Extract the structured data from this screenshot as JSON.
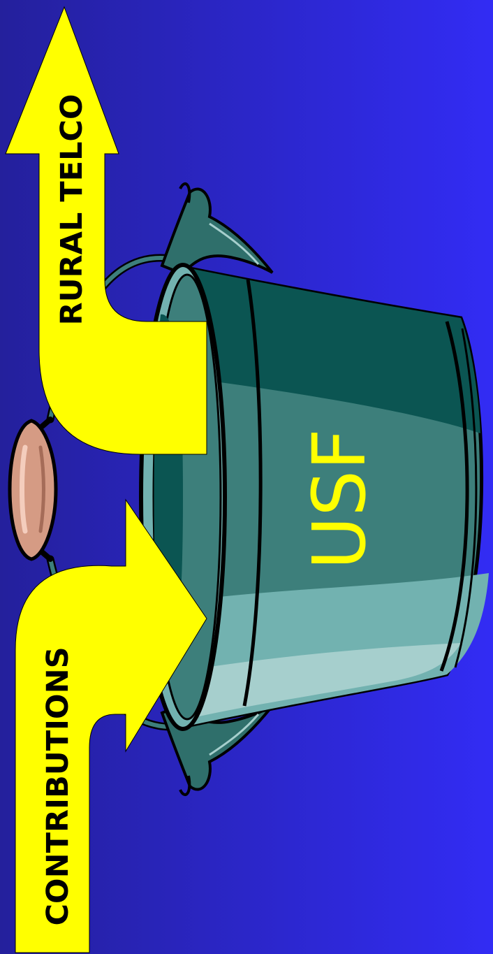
{
  "labels": {
    "outflow": "RURAL TELCO",
    "inflow": "CONTRIBUTIONS",
    "fund": "USF"
  },
  "colors": {
    "background_left": "#24209c",
    "background_right": "#322cf4",
    "arrow_fill": "#ffff00",
    "arrow_text": "#000000",
    "fund_text": "#ffff00",
    "bucket_dark": "#0b5552",
    "bucket_mid": "#3d7f7b",
    "bucket_light": "#72b2b0",
    "bucket_pale": "#a6cfcd",
    "handle_grip": "#d59b84"
  },
  "icons": {
    "container": "bucket-icon",
    "grip": "wooden-handle-icon"
  }
}
